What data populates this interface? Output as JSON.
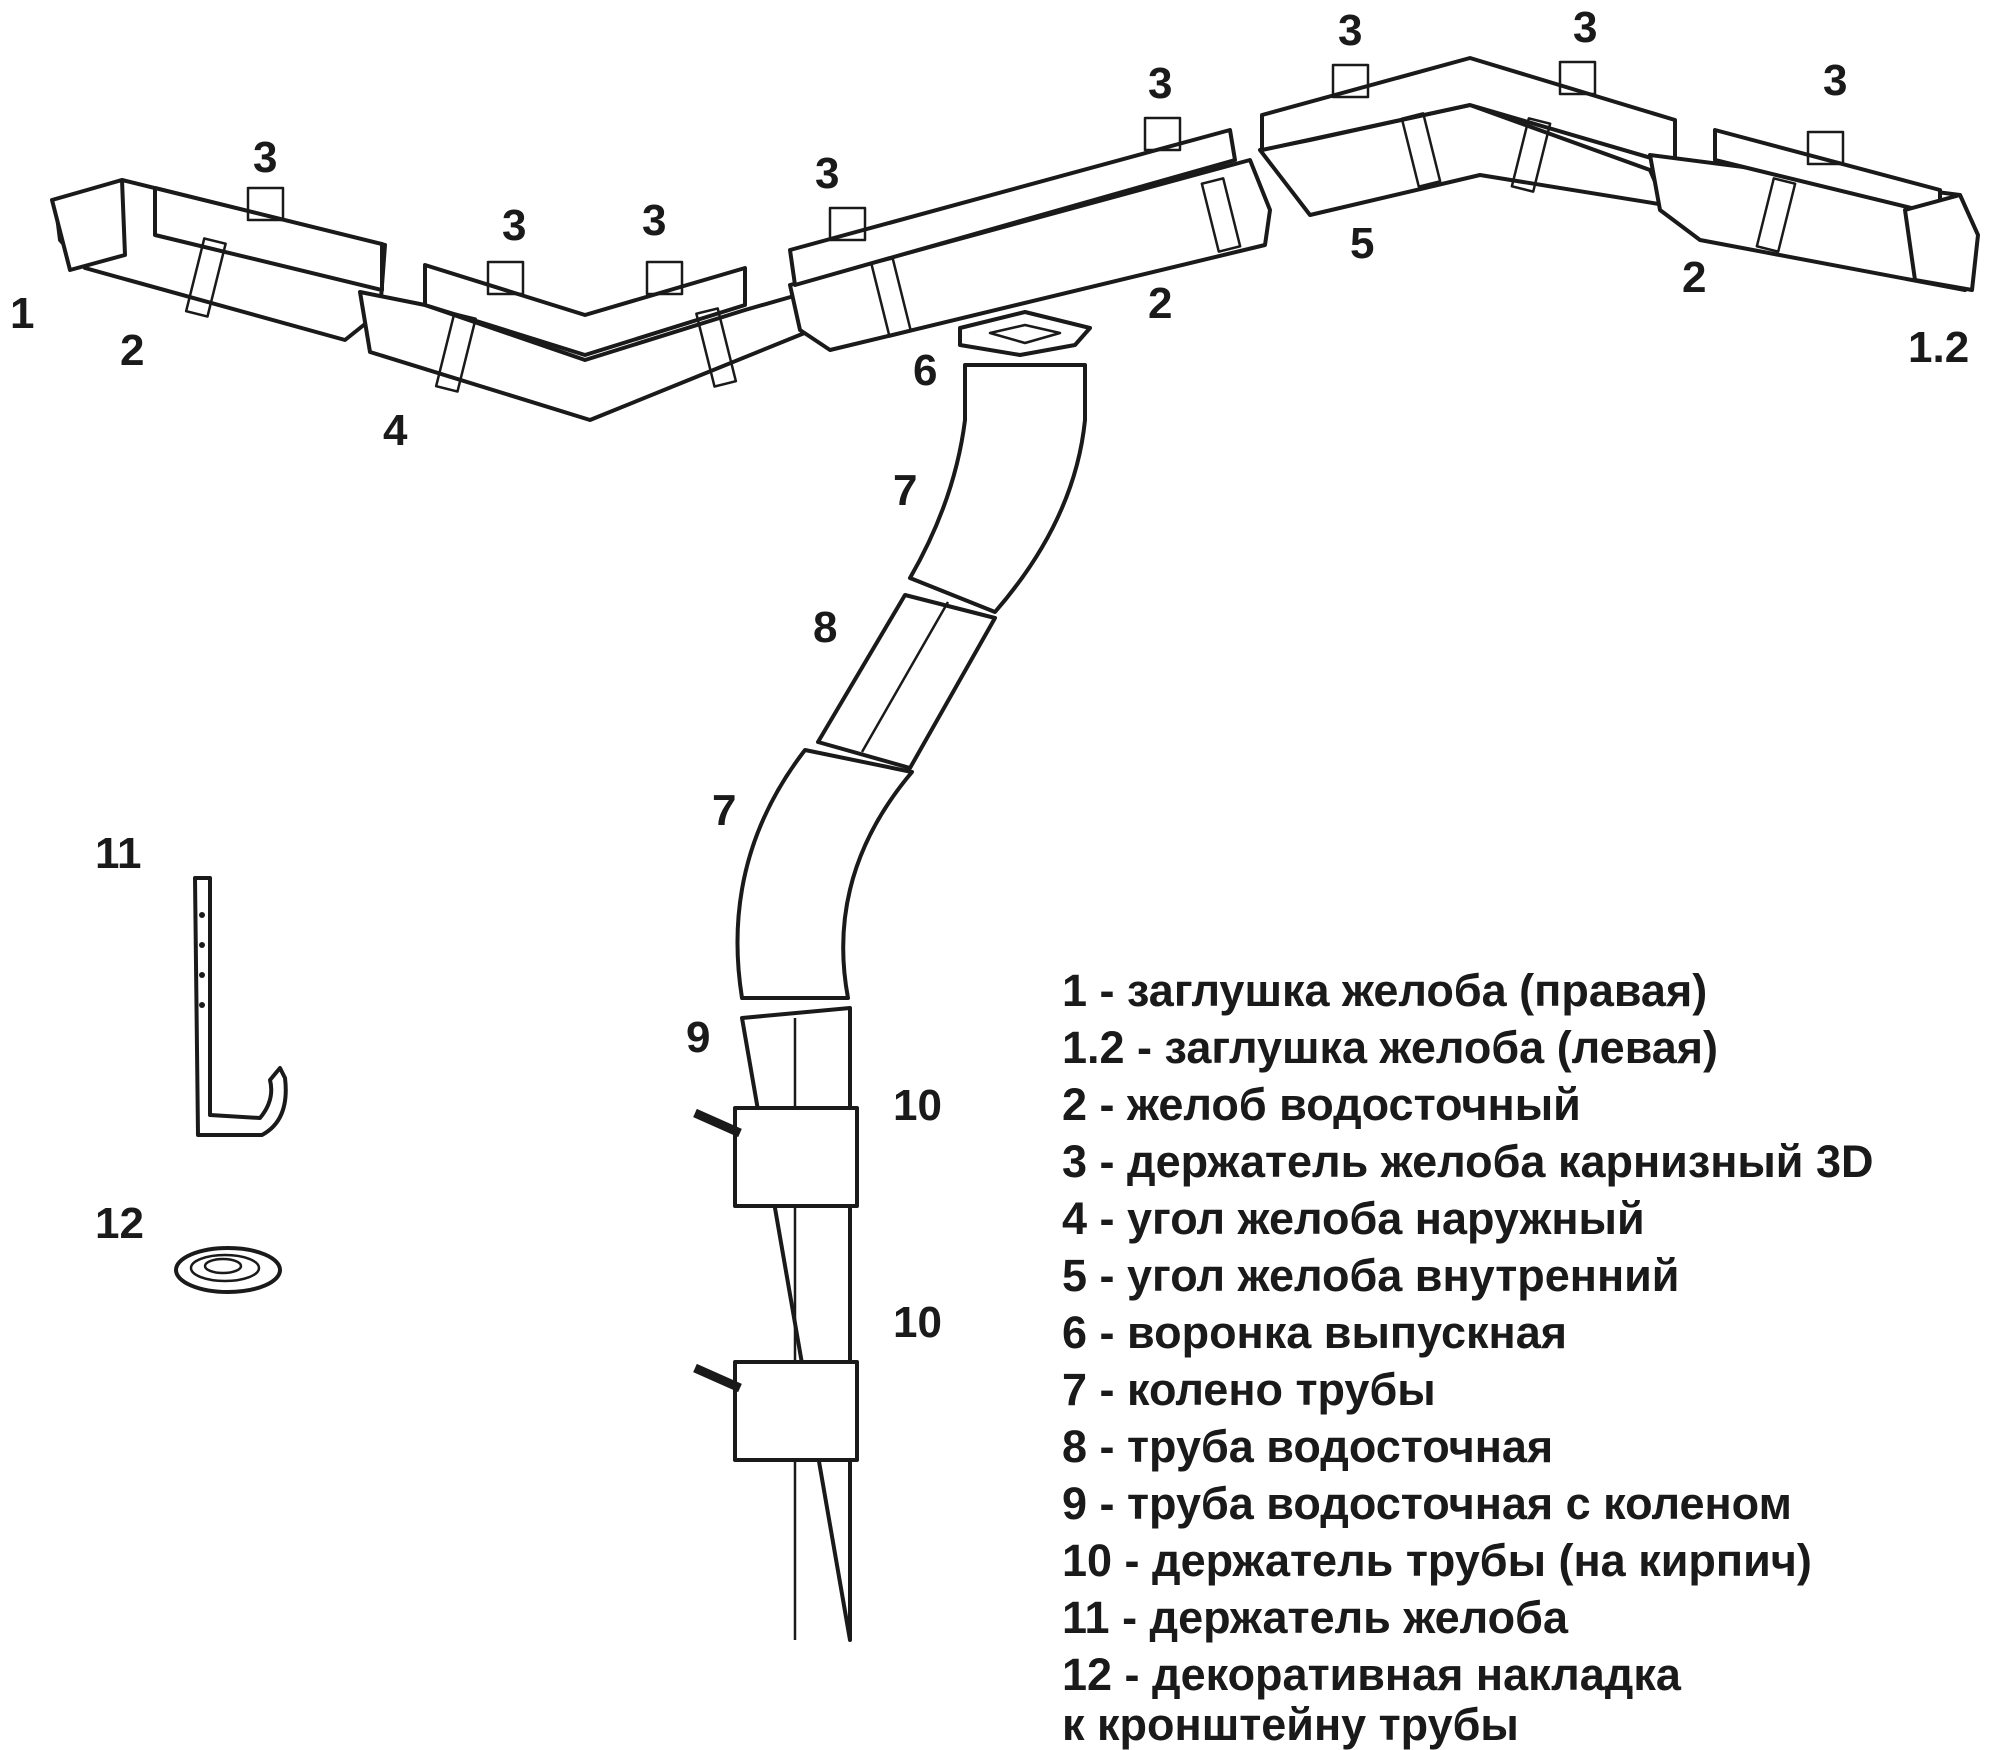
{
  "callouts": {
    "c1": "1",
    "c1_2": "1.2",
    "c2a": "2",
    "c2b": "2",
    "c2c": "2",
    "c3a": "3",
    "c3b": "3",
    "c3c": "3",
    "c3d": "3",
    "c3e": "3",
    "c3f": "3",
    "c3g": "3",
    "c3h": "3",
    "c4": "4",
    "c5": "5",
    "c6": "6",
    "c7a": "7",
    "c7b": "7",
    "c8": "8",
    "c9": "9",
    "c10a": "10",
    "c10b": "10",
    "c11": "11",
    "c12": "12"
  },
  "legend": [
    "1 - заглушка желоба (правая)",
    "1.2 - заглушка желоба (левая)",
    "2 - желоб водосточный",
    "3 - держатель желоба карнизный 3D",
    "4 - угол желоба наружный",
    "5 - угол желоба внутренний",
    "6 - воронка выпускная",
    "7 - колено трубы",
    "8 - труба водосточная",
    "9 - труба водосточная с коленом",
    "10 - держатель трубы (на кирпич)",
    "11 - держатель желоба",
    "12 - декоративная накладка\nк кронштейну трубы"
  ]
}
